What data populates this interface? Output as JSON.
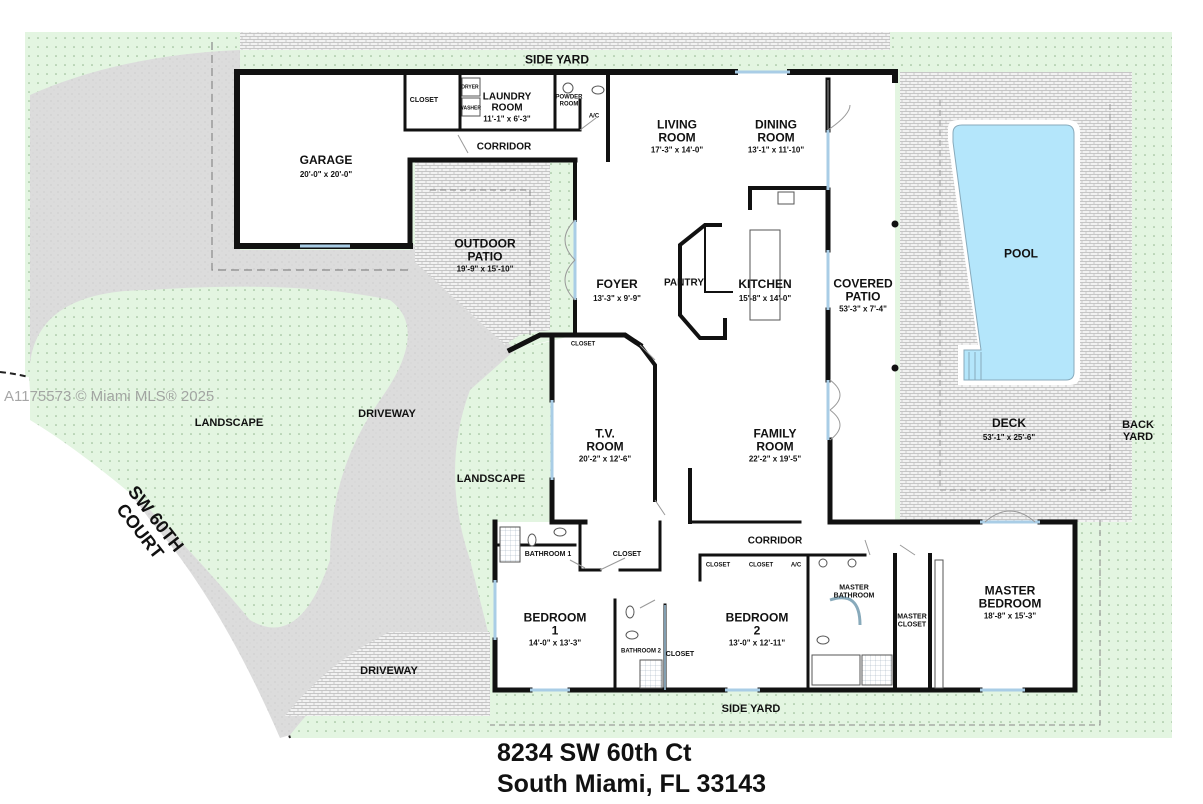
{
  "address": {
    "line1": "8234 SW 60th Ct",
    "line2": "South Miami, FL 33143"
  },
  "watermark": "A1175573 © Miami MLS® 2025",
  "street": {
    "line1": "SW 60TH",
    "line2": "COURT"
  },
  "colors": {
    "lawn": "#e3f5e1",
    "pavement": "#dcdcdc",
    "pavers": "#ebebeb",
    "pool": "#b4e6fb",
    "walls": "#111111",
    "windows": "#a9cde6"
  },
  "rooms": {
    "garage": {
      "name": "GARAGE",
      "dim": "20'-0\" x 20'-0\""
    },
    "closet_garage": {
      "name": "CLOSET"
    },
    "laundry": {
      "name_l1": "LAUNDRY",
      "name_l2": "ROOM",
      "dim": "11'-1\" x 6'-3\"",
      "dryer": "DRYER",
      "washer": "WASHER"
    },
    "powder": {
      "name_l1": "POWDER",
      "name_l2": "ROOM"
    },
    "ac_top": {
      "name": "A/C"
    },
    "corridor_top": {
      "name": "CORRIDOR"
    },
    "living": {
      "name_l1": "LIVING",
      "name_l2": "ROOM",
      "dim": "17'-3\" x 14'-0\""
    },
    "dining": {
      "name_l1": "DINING",
      "name_l2": "ROOM",
      "dim": "13'-1\" x 11'-10\""
    },
    "outdoor_patio": {
      "name_l1": "OUTDOOR",
      "name_l2": "PATIO",
      "dim": "19'-9\" x 15'-10\""
    },
    "foyer": {
      "name": "FOYER",
      "dim": "13'-3\" x 9'-9\""
    },
    "pantry": {
      "name": "PANTRY"
    },
    "kitchen": {
      "name": "KITCHEN",
      "dim": "15'-8\" x 14'-0\""
    },
    "covered_patio": {
      "name_l1": "COVERED",
      "name_l2": "PATIO",
      "dim": "53'-3\" x 7'-4\""
    },
    "pool": {
      "name": "POOL"
    },
    "tv_closet": {
      "name": "CLOSET"
    },
    "tv_room": {
      "name_l1": "T.V.",
      "name_l2": "ROOM",
      "dim": "20'-2\" x 12'-6\""
    },
    "family": {
      "name_l1": "FAMILY",
      "name_l2": "ROOM",
      "dim": "22'-2\" x 19'-5\""
    },
    "deck": {
      "name": "DECK",
      "dim": "53'-1\" x 25'-6\""
    },
    "back_yard": {
      "name_l1": "BACK",
      "name_l2": "YARD"
    },
    "corridor_bottom": {
      "name": "CORRIDOR"
    },
    "bathroom1": {
      "name": "BATHROOM 1"
    },
    "closet_b1": {
      "name": "CLOSET"
    },
    "bedroom1": {
      "name_l1": "BEDROOM",
      "name_l2": "1",
      "dim": "14'-0\" x 13'-3\""
    },
    "bathroom2": {
      "name": "BATHROOM 2"
    },
    "closet_b2": {
      "name": "CLOSET"
    },
    "bedroom2": {
      "name_l1": "BEDROOM",
      "name_l2": "2",
      "dim": "13'-0\" x 12'-11\""
    },
    "closet_c1": {
      "name": "CLOSET"
    },
    "closet_c2": {
      "name": "CLOSET"
    },
    "ac_bottom": {
      "name": "A/C"
    },
    "master_bath": {
      "name_l1": "MASTER",
      "name_l2": "BATHROOM"
    },
    "master_closet": {
      "name_l1": "MASTER",
      "name_l2": "CLOSET"
    },
    "master_bedroom": {
      "name_l1": "MASTER",
      "name_l2": "BEDROOM",
      "dim": "18'-8\" x 15'-3\""
    }
  },
  "exterior": {
    "side_yard_top": "SIDE YARD",
    "side_yard_bottom": "SIDE YARD",
    "landscape_left": "LANDSCAPE",
    "landscape_center": "LANDSCAPE",
    "driveway_main": "DRIVEWAY",
    "driveway_pavers": "DRIVEWAY"
  }
}
